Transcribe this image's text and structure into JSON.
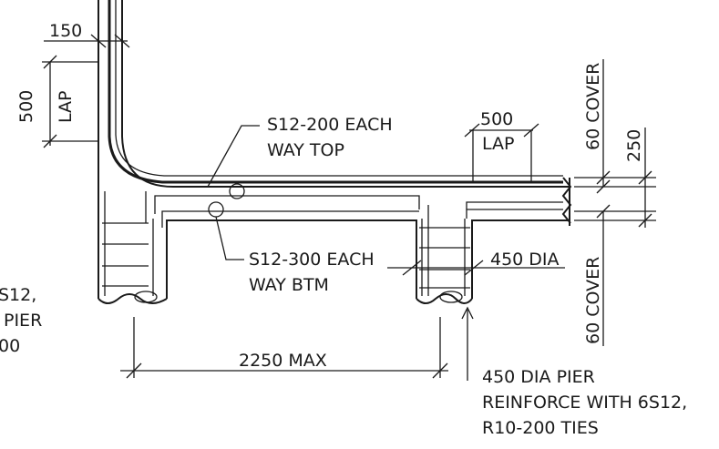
{
  "dims": {
    "column_width": "150",
    "left_lap": [
      "500",
      "LAP"
    ],
    "right_lap": [
      "500",
      "LAP"
    ],
    "top_cover": "60 COVER",
    "slab_thickness": "250",
    "bottom_cover": "60 COVER",
    "pier_spacing": "2250 MAX",
    "pier_dia": "450 DIA"
  },
  "notes": {
    "top_reinf": [
      "S12-200 EACH",
      "WAY TOP"
    ],
    "bottom_reinf": [
      "S12-300 EACH",
      "WAY BTM"
    ],
    "pier": [
      "450 DIA PIER",
      "REINFORCE WITH 6S12,",
      "R10-200 TIES"
    ],
    "left_cut": [
      "S12,",
      "PIER",
      "00"
    ]
  }
}
